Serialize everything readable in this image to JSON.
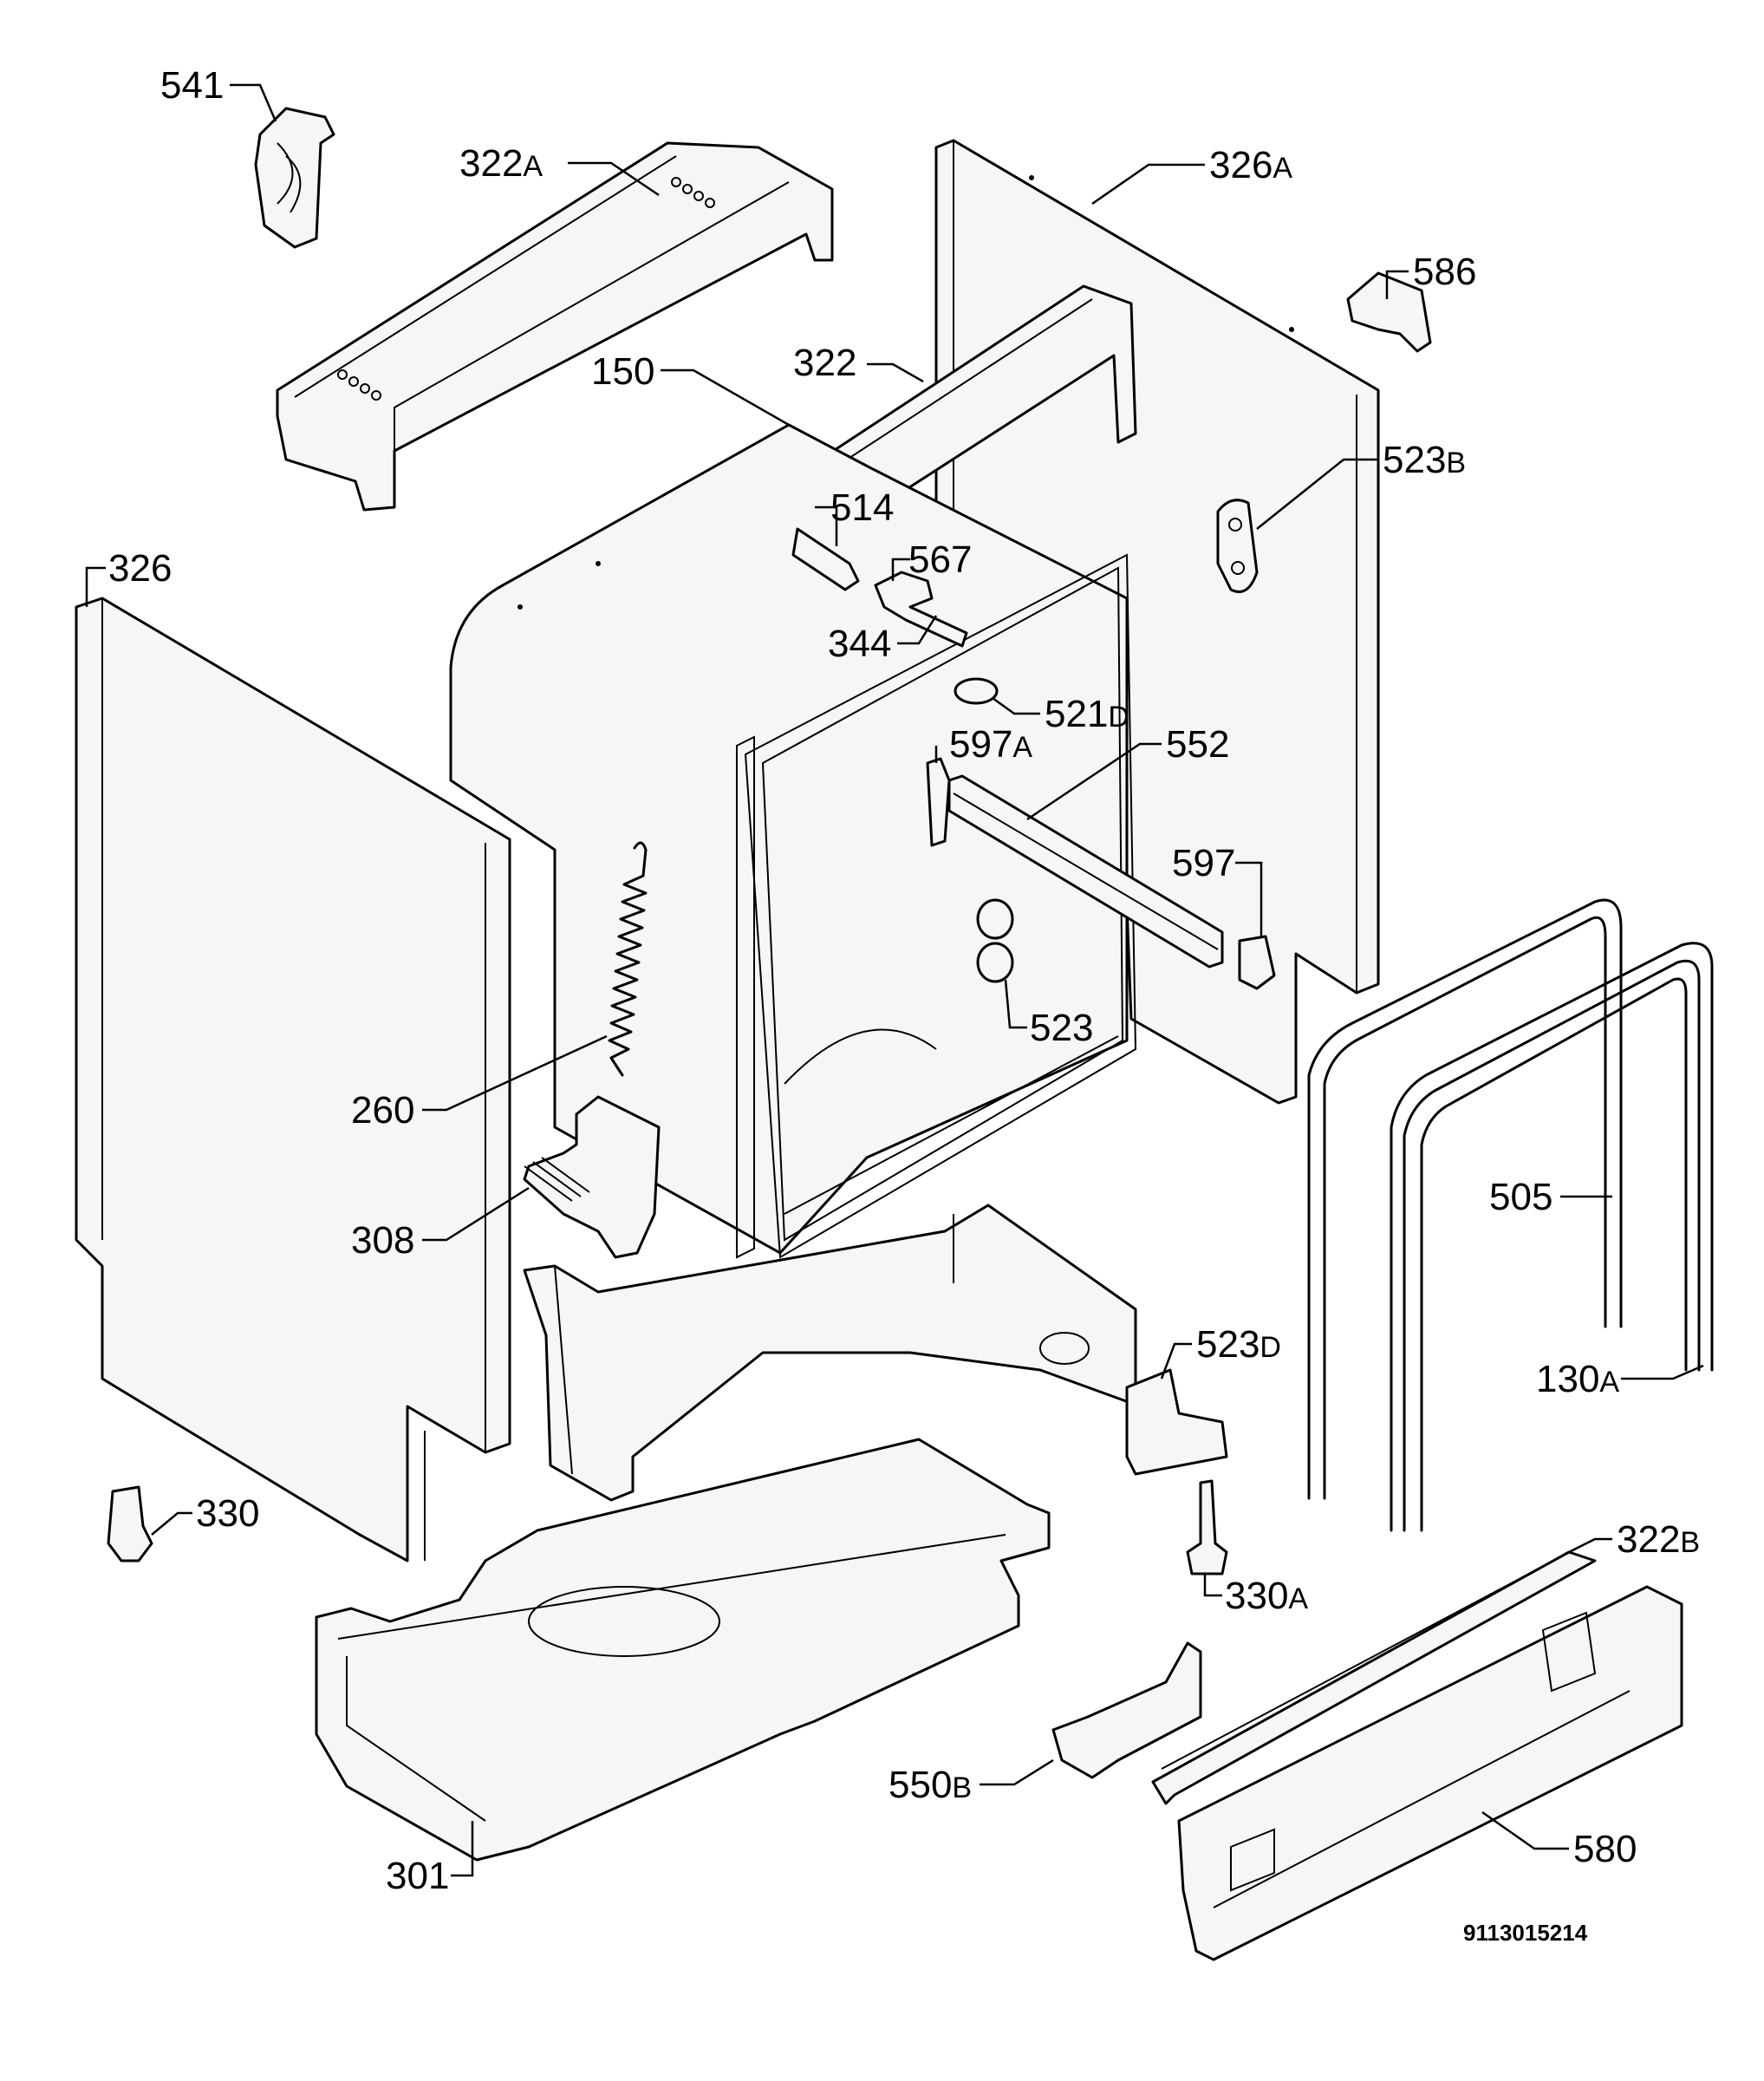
{
  "diagram": {
    "document_id": "9113015214",
    "callouts": [
      {
        "num": "541",
        "suffix": ""
      },
      {
        "num": "322",
        "suffix": "A"
      },
      {
        "num": "326",
        "suffix": "A"
      },
      {
        "num": "586",
        "suffix": ""
      },
      {
        "num": "150",
        "suffix": ""
      },
      {
        "num": "322",
        "suffix": ""
      },
      {
        "num": "523",
        "suffix": "B"
      },
      {
        "num": "514",
        "suffix": ""
      },
      {
        "num": "567",
        "suffix": ""
      },
      {
        "num": "326",
        "suffix": ""
      },
      {
        "num": "344",
        "suffix": ""
      },
      {
        "num": "521",
        "suffix": "D"
      },
      {
        "num": "597",
        "suffix": "A"
      },
      {
        "num": "552",
        "suffix": ""
      },
      {
        "num": "597",
        "suffix": ""
      },
      {
        "num": "523",
        "suffix": ""
      },
      {
        "num": "260",
        "suffix": ""
      },
      {
        "num": "505",
        "suffix": ""
      },
      {
        "num": "308",
        "suffix": ""
      },
      {
        "num": "523",
        "suffix": "D"
      },
      {
        "num": "130",
        "suffix": "A"
      },
      {
        "num": "330",
        "suffix": ""
      },
      {
        "num": "330",
        "suffix": "A"
      },
      {
        "num": "322",
        "suffix": "B"
      },
      {
        "num": "550",
        "suffix": "B"
      },
      {
        "num": "580",
        "suffix": ""
      },
      {
        "num": "301",
        "suffix": ""
      }
    ]
  }
}
